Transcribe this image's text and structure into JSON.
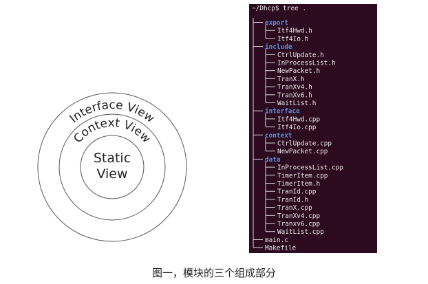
{
  "diagram": {
    "outer_label": "Interface View",
    "middle_label": "Context View",
    "inner_label_line1": "Static",
    "inner_label_line2": "View"
  },
  "terminal": {
    "prompt": "~/Dhcp$ tree .",
    "tree": [
      {
        "name": "export",
        "children": [
          "Itf4Hwd.h",
          "Itf4Io.h"
        ]
      },
      {
        "name": "include",
        "children": [
          "CtrlUpdate.h",
          "InProcessList.h",
          "NewPacket.h",
          "TranX.h",
          "TranXv4.h",
          "TranXv6.h",
          "WaitList.h"
        ]
      },
      {
        "name": "interface",
        "children": [
          "Itf4Hwd.cpp",
          "Itf4Io.cpp"
        ]
      },
      {
        "name": "context",
        "children": [
          "CtrlUpdate.cpp",
          "NewPacket.cpp"
        ]
      },
      {
        "name": "data",
        "children": [
          "InProcessList.cpp",
          "TimerItem.cpp",
          "TimerItem.h",
          "TranId.cpp",
          "TranId.h",
          "TranX.cpp",
          "TranXv4.cpp",
          "Tranxv6.cpp",
          "WaitList.cpp"
        ]
      },
      {
        "name": "main.c"
      },
      {
        "name": "Makefile"
      }
    ]
  },
  "caption": "图一，模块的三个组成部分"
}
